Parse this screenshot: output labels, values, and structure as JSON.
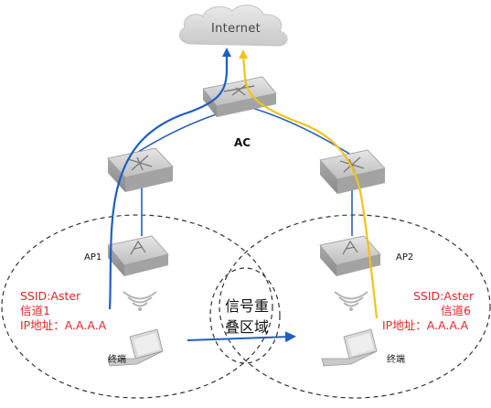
{
  "cloud": {
    "label": "Internet"
  },
  "controller": {
    "label": "AC"
  },
  "ap_left": {
    "label": "AP1",
    "ssid": "SSID:Aster",
    "channel": "信道1",
    "ip": "IP地址：A.A.A.A",
    "terminal": "终端"
  },
  "ap_right": {
    "label": "AP2",
    "ssid": "SSID:Aster",
    "channel": "信道6",
    "ip": "IP地址：A.A.A.A",
    "terminal": "终端"
  },
  "overlap_zone": {
    "label": "信号重叠区域"
  },
  "colors": {
    "blue_path": "#1f5fbf",
    "yellow_path": "#f2c318",
    "link": "#1f5fbf",
    "device_dark": "#9a9a9a",
    "device_light": "#d6d6d6",
    "label_red": "#e5262a"
  }
}
